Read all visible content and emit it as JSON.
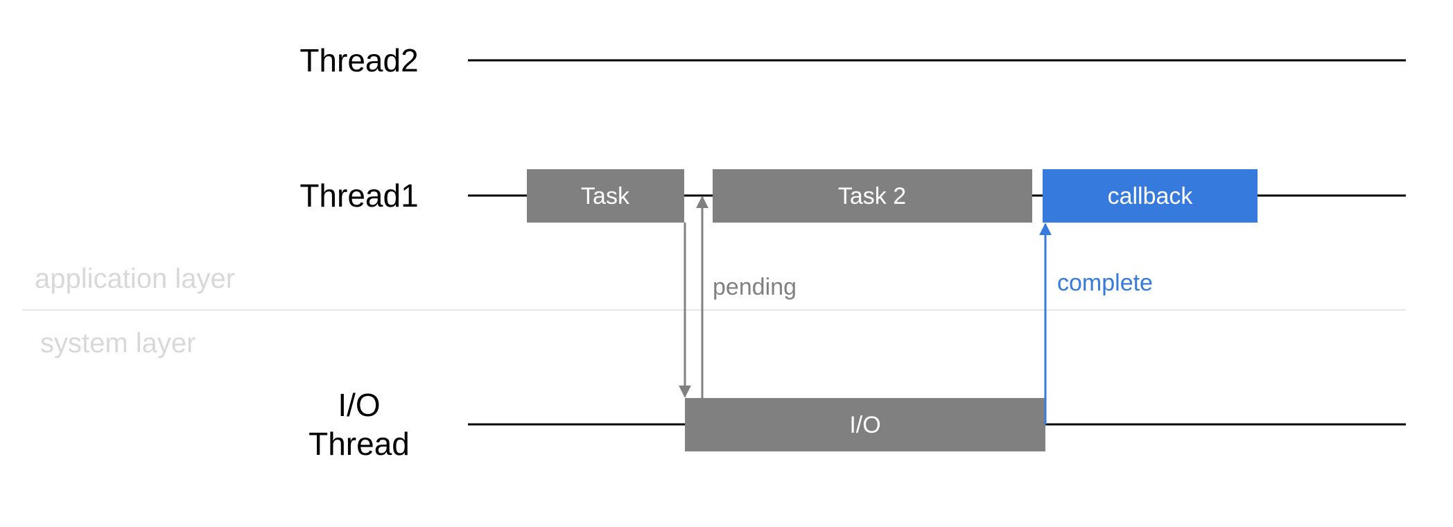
{
  "threads": {
    "thread2": "Thread2",
    "thread1": "Thread1",
    "io_line1": "I/O",
    "io_line2": "Thread"
  },
  "layers": {
    "application": "application layer",
    "system": "system layer"
  },
  "blocks": {
    "task": "Task",
    "task2": "Task 2",
    "callback": "callback",
    "io": "I/O"
  },
  "edges": {
    "pending": "pending",
    "complete": "complete"
  },
  "colors": {
    "timeline": "#000000",
    "block_gray": "#808080",
    "block_blue": "#377ade",
    "layer_text": "#d8d8d8",
    "divider": "#e6e6e6"
  }
}
